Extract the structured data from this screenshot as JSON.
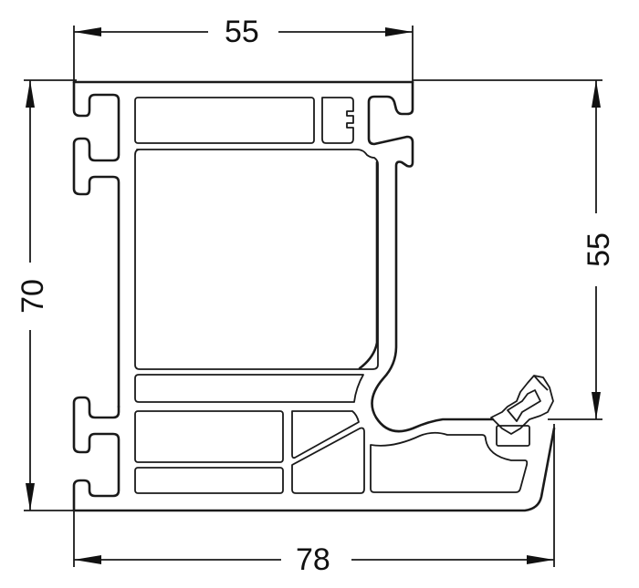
{
  "drawing": {
    "type": "window frame profile cross-section",
    "stroke_color": "#1a1a1a",
    "background": "#ffffff"
  },
  "dimensions": {
    "top_width": {
      "label": "55",
      "orientation": "horizontal"
    },
    "left_height": {
      "label": "70",
      "orientation": "vertical"
    },
    "right_height": {
      "label": "55",
      "orientation": "vertical"
    },
    "bottom_width": {
      "label": "78",
      "orientation": "horizontal"
    }
  }
}
